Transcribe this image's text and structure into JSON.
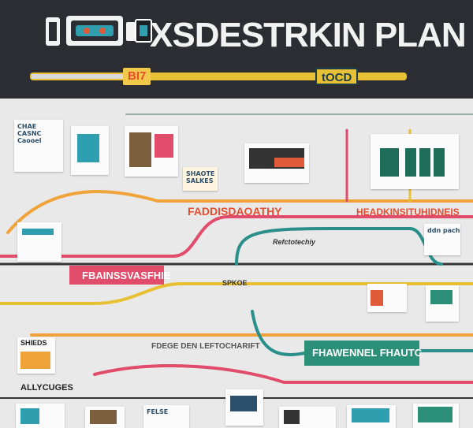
{
  "header": {
    "title": "XSDESTRKIN PLAN",
    "tag_left": "BI7",
    "tag_right": "tOCD"
  },
  "labels": {
    "paddlepath": "FADDISDAOATHY",
    "headkin": "HEADKINSITUHIDNEIS",
    "fbains": "FBAINSSVASFHIE",
    "fhawennel": "FHAWENNEL FHAUTC",
    "flowway": "FDEGE DEN LEFTOCHARIFT",
    "shieds": "SHIEDS",
    "allycuges": "ALLYCUGES",
    "depath": "ddn pach",
    "rectotech": "Refctotechiy",
    "spkoe": "SPKOE"
  },
  "cards": {
    "c1": "CHAE\nCASNC\nCaooel",
    "c2": "SHAOTE\nSALKES",
    "c3": "FELSE"
  }
}
